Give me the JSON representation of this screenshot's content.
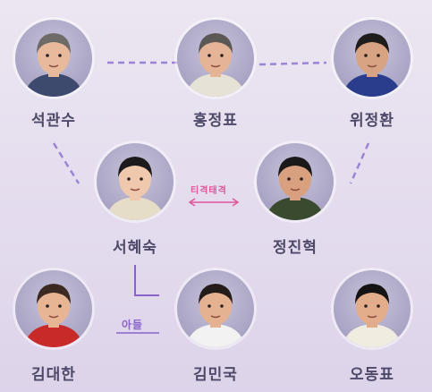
{
  "characters": [
    {
      "name": "석관수",
      "skin": "#e8b99a",
      "hair": "#6e6a68",
      "shirt": "#3d4a6e"
    },
    {
      "name": "홍정표",
      "skin": "#e5b496",
      "hair": "#5b5856",
      "shirt": "#e7e2d6"
    },
    {
      "name": "위정환",
      "skin": "#d8a382",
      "hair": "#1f1c1c",
      "shirt": "#2a3d8c"
    },
    {
      "name": "서혜숙",
      "skin": "#f0c8ae",
      "hair": "#1c1a1a",
      "shirt": "#e6ddc8"
    },
    {
      "name": "정진혁",
      "skin": "#d8a07e",
      "hair": "#1a1818",
      "shirt": "#3a4a2e"
    },
    {
      "name": "김대한",
      "skin": "#e7b594",
      "hair": "#3a2a22",
      "shirt": "#c82a2a"
    },
    {
      "name": "김민국",
      "skin": "#e5b291",
      "hair": "#231c19",
      "shirt": "#f2f2f2"
    },
    {
      "name": "오동표",
      "skin": "#e3ad8c",
      "hair": "#151313",
      "shirt": "#f0ece0"
    }
  ],
  "relations": {
    "rival_label": "티격태격",
    "son_label": "아들"
  },
  "colors": {
    "dash": "#9b84d6",
    "rival": "#e2559b",
    "name": "#4e4968"
  }
}
